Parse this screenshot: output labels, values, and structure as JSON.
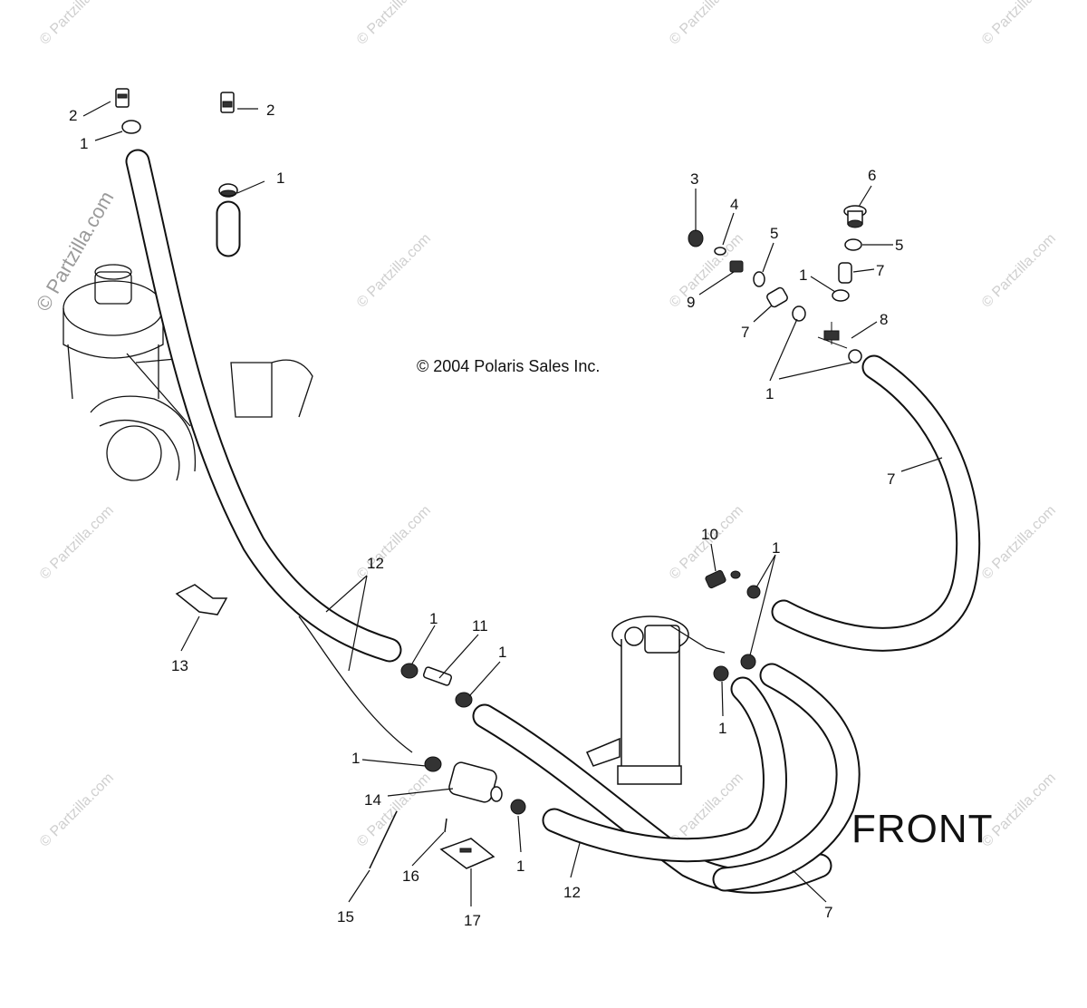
{
  "copyright": "© 2004 Polaris Sales Inc.",
  "front_label": "FRONT",
  "watermark": "© Partzilla.com",
  "callouts": {
    "c2a": "2",
    "c2b": "2",
    "c1a": "1",
    "c1b": "1",
    "c3": "3",
    "c4": "4",
    "c5a": "5",
    "c6": "6",
    "c5b": "5",
    "c1c": "1",
    "c7a": "7",
    "c9": "9",
    "c7b": "7",
    "c8": "8",
    "c1d": "1",
    "c7c": "7",
    "c10": "10",
    "c1e": "1",
    "c12a": "12",
    "c13": "13",
    "c1f": "1",
    "c11": "11",
    "c1g": "1",
    "c1h": "1",
    "c1i": "1",
    "c14": "14",
    "c1j": "1",
    "c15": "15",
    "c16": "16",
    "c17": "17",
    "c12b": "12",
    "c7d": "7"
  }
}
